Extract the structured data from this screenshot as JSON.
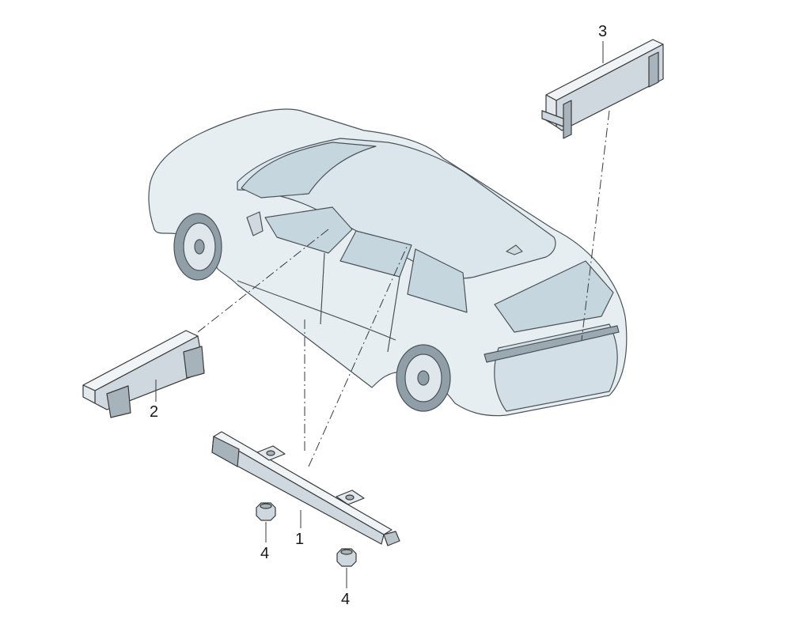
{
  "diagram": {
    "colors": {
      "line": "#3a3a3a",
      "body_light": "#eef3f6",
      "body_mid": "#dbe6ec",
      "body_dark": "#b9c8d1",
      "glass": "#c6d6df",
      "part_top": "#f1f4f6",
      "part_side": "#cfd8de",
      "part_dark": "#a7b3bb"
    },
    "callouts": {
      "part_1": "1",
      "part_2": "2",
      "part_3": "3",
      "part_4a": "4",
      "part_4b": "4"
    }
  }
}
